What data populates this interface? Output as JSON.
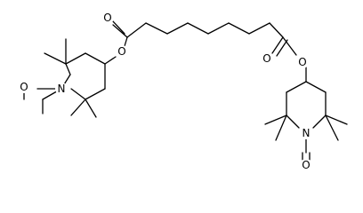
{
  "molecule": {
    "atoms": {
      "ester_o_left": "O",
      "carbonyl_o_left": "O",
      "carbonyl_o_right": "O",
      "ester_o_right": "O",
      "ring_n_left": "N",
      "nitroso_o_left": "O",
      "ring_n_right": "N",
      "nitroso_o_right": "O"
    }
  }
}
